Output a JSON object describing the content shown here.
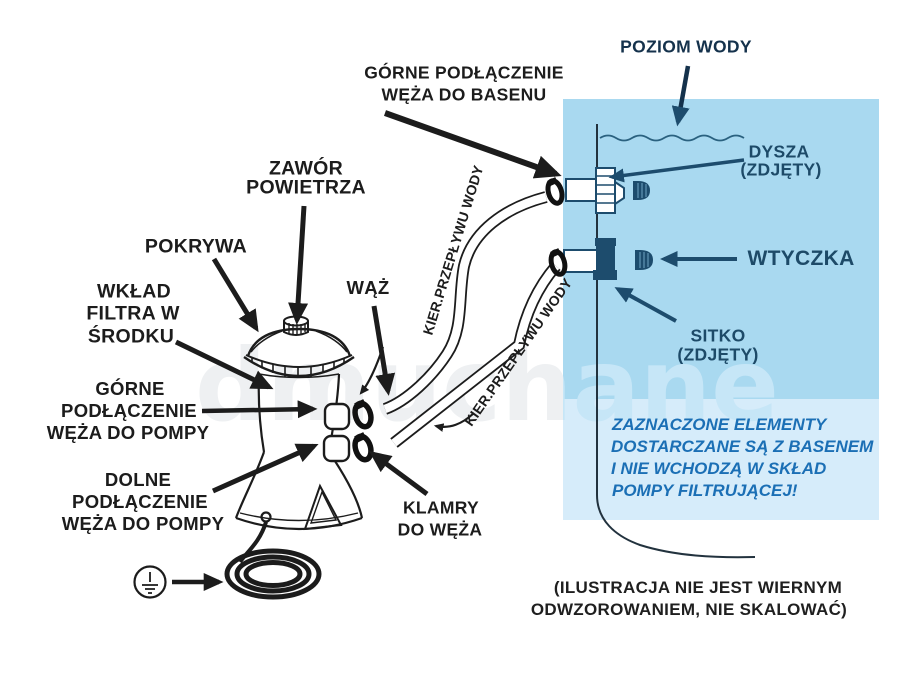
{
  "diagram": {
    "title_note": "pool filter pump connection diagram",
    "watermark": "dmuchane",
    "colors": {
      "panel_blue": "#A9D9F0",
      "panel_light_blue": "#D6ECFA",
      "ink_black": "#1C1C1C",
      "navy": "#1D4C6D",
      "blue_note_text": "#1B6FB5",
      "watermark_gray": "#EEF0F2",
      "watermark_on_panel": "#C6E6F7"
    },
    "labels": {
      "poziom_wody": "POZIOM WODY",
      "gorne_basen": [
        "GÓRNE PODŁĄCZENIE",
        "WĘŻA DO BASENU"
      ],
      "zawor": [
        "ZAWÓR",
        "POWIETRZA"
      ],
      "pokrywa": "POKRYWA",
      "wklad": [
        "WKŁAD",
        "FILTRA W",
        "ŚRODKU"
      ],
      "gorne_pompa": [
        "GÓRNE",
        "PODŁĄCZENIE",
        "WĘŻA DO POMPY"
      ],
      "dolne_pompa": [
        "DOLNE",
        "PODŁĄCZENIE",
        "WĘŻA DO POMPY"
      ],
      "waz": "WĄŻ",
      "klamry": [
        "KLAMRY",
        "DO WĘŻA"
      ],
      "kier1": "KIER.PRZEPŁYWU WODY",
      "kier2": "KIER.PRZEPŁYWU WODY",
      "dysza": [
        "DYSZA",
        "(ZDJĘTY)"
      ],
      "wtyczka": "WTYCZKA",
      "sitko": [
        "SITKO",
        "(ZDJĘTY)"
      ],
      "note_blue": [
        "ZAZNACZONE ELEMENTY",
        "DOSTARCZANE SĄ Z BASENEM",
        "I NIE WCHODZĄ W SKŁAD",
        "POMPY FILTRUJĄCEJ!"
      ],
      "note_bottom": [
        "(ILUSTRACJA NIE JEST WIERNYM",
        "ODWZOROWANIEM, NIE SKALOWAĆ)"
      ]
    }
  }
}
